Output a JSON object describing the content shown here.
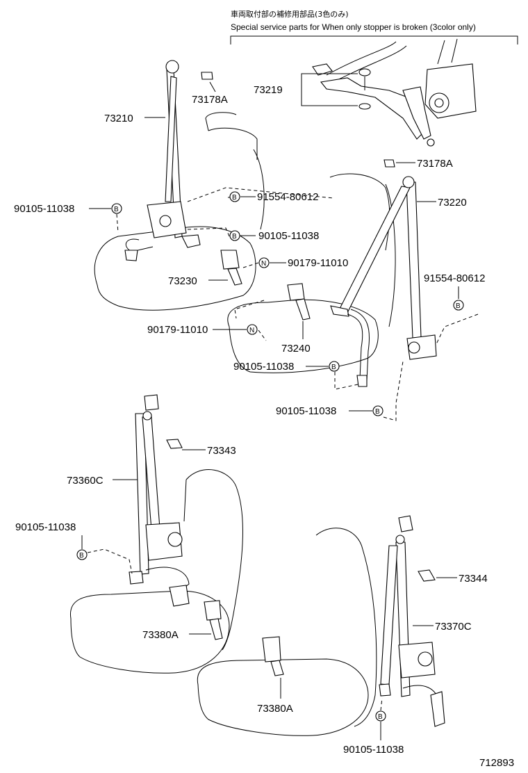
{
  "note": {
    "jp": "車両取付部の補修用部品(3色のみ)",
    "en": "Special service parts for When only stopper is broken (3color only)"
  },
  "labels": {
    "p73219": "73219",
    "p73178a_top": "73178A",
    "p73210": "73210",
    "p73178a_right": "73178A",
    "p73220": "73220",
    "p91554_left": "91554-80612",
    "p90105_a": "90105-11038",
    "p90105_b": "90105-11038",
    "p90179_a": "90179-11010",
    "p73230": "73230",
    "p91554_right": "91554-80612",
    "p90179_b": "90179-11010",
    "p73240": "73240",
    "p90105_c": "90105-11038",
    "p90105_d": "90105-11038",
    "p73343": "73343",
    "p73360c": "73360C",
    "p90105_e": "90105-11038",
    "p73344": "73344",
    "p73370c": "73370C",
    "p73380a_left": "73380A",
    "p73380a_mid": "73380A",
    "p90105_f": "90105-11038",
    "figure_no": "712893"
  },
  "markers": {
    "bolt": "B",
    "nut": "N"
  }
}
